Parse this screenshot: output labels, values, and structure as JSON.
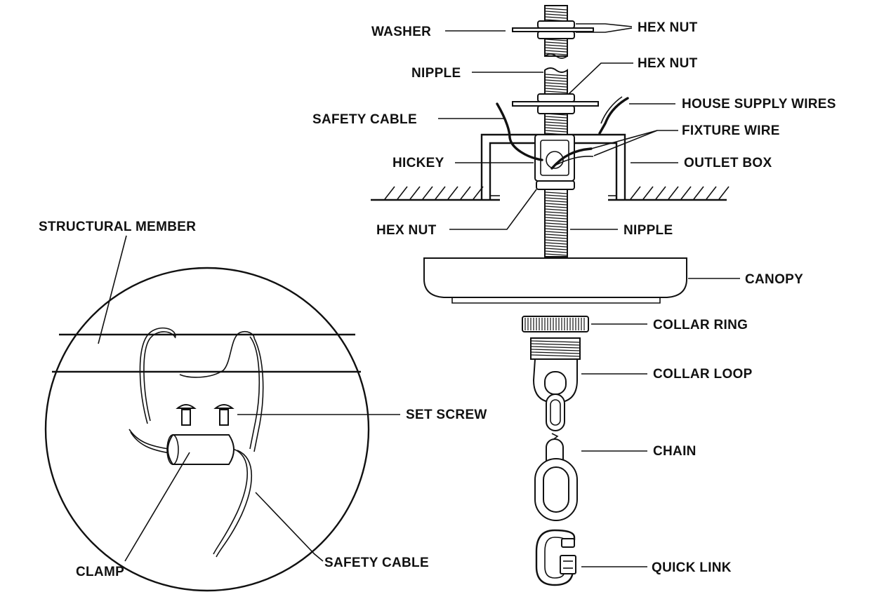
{
  "labels": {
    "washer": "WASHER",
    "hex_nut_top": "HEX NUT",
    "nipple_top": "NIPPLE",
    "hex_nut_mid": "HEX NUT",
    "safety_cable_top": "SAFETY CABLE",
    "house_supply_wires": "HOUSE SUPPLY WIRES",
    "fixture_wire": "FIXTURE WIRE",
    "hickey": "HICKEY",
    "outlet_box": "OUTLET BOX",
    "structural_member": "STRUCTURAL MEMBER",
    "hex_nut_bottom": "HEX NUT",
    "nipple_bottom": "NIPPLE",
    "canopy": "CANOPY",
    "collar_ring": "COLLAR RING",
    "collar_loop": "COLLAR LOOP",
    "set_screw": "SET SCREW",
    "chain": "CHAIN",
    "clamp": "CLAMP",
    "safety_cable_bottom": "SAFETY CABLE",
    "quick_link": "QUICK LINK"
  },
  "colors": {
    "ink": "#111111",
    "background": "#ffffff"
  }
}
